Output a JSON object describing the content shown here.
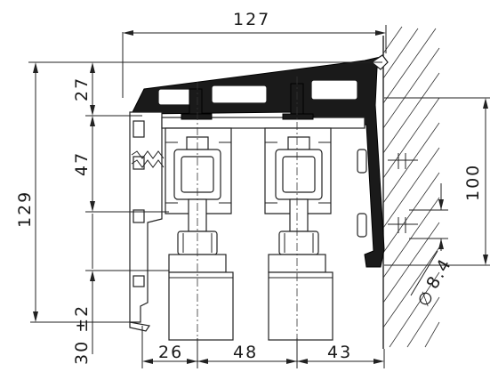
{
  "drawing": {
    "dimensions": {
      "total_width": "127",
      "top_height": "27",
      "mid_height": "47",
      "total_height": "129",
      "bottom_offset": "30 ±2",
      "right_height": "100",
      "hole_diameter": "8.4",
      "hole_diameter_symbol": "∅",
      "gap_left": "26",
      "gap_middle": "48",
      "gap_right": "43"
    }
  }
}
